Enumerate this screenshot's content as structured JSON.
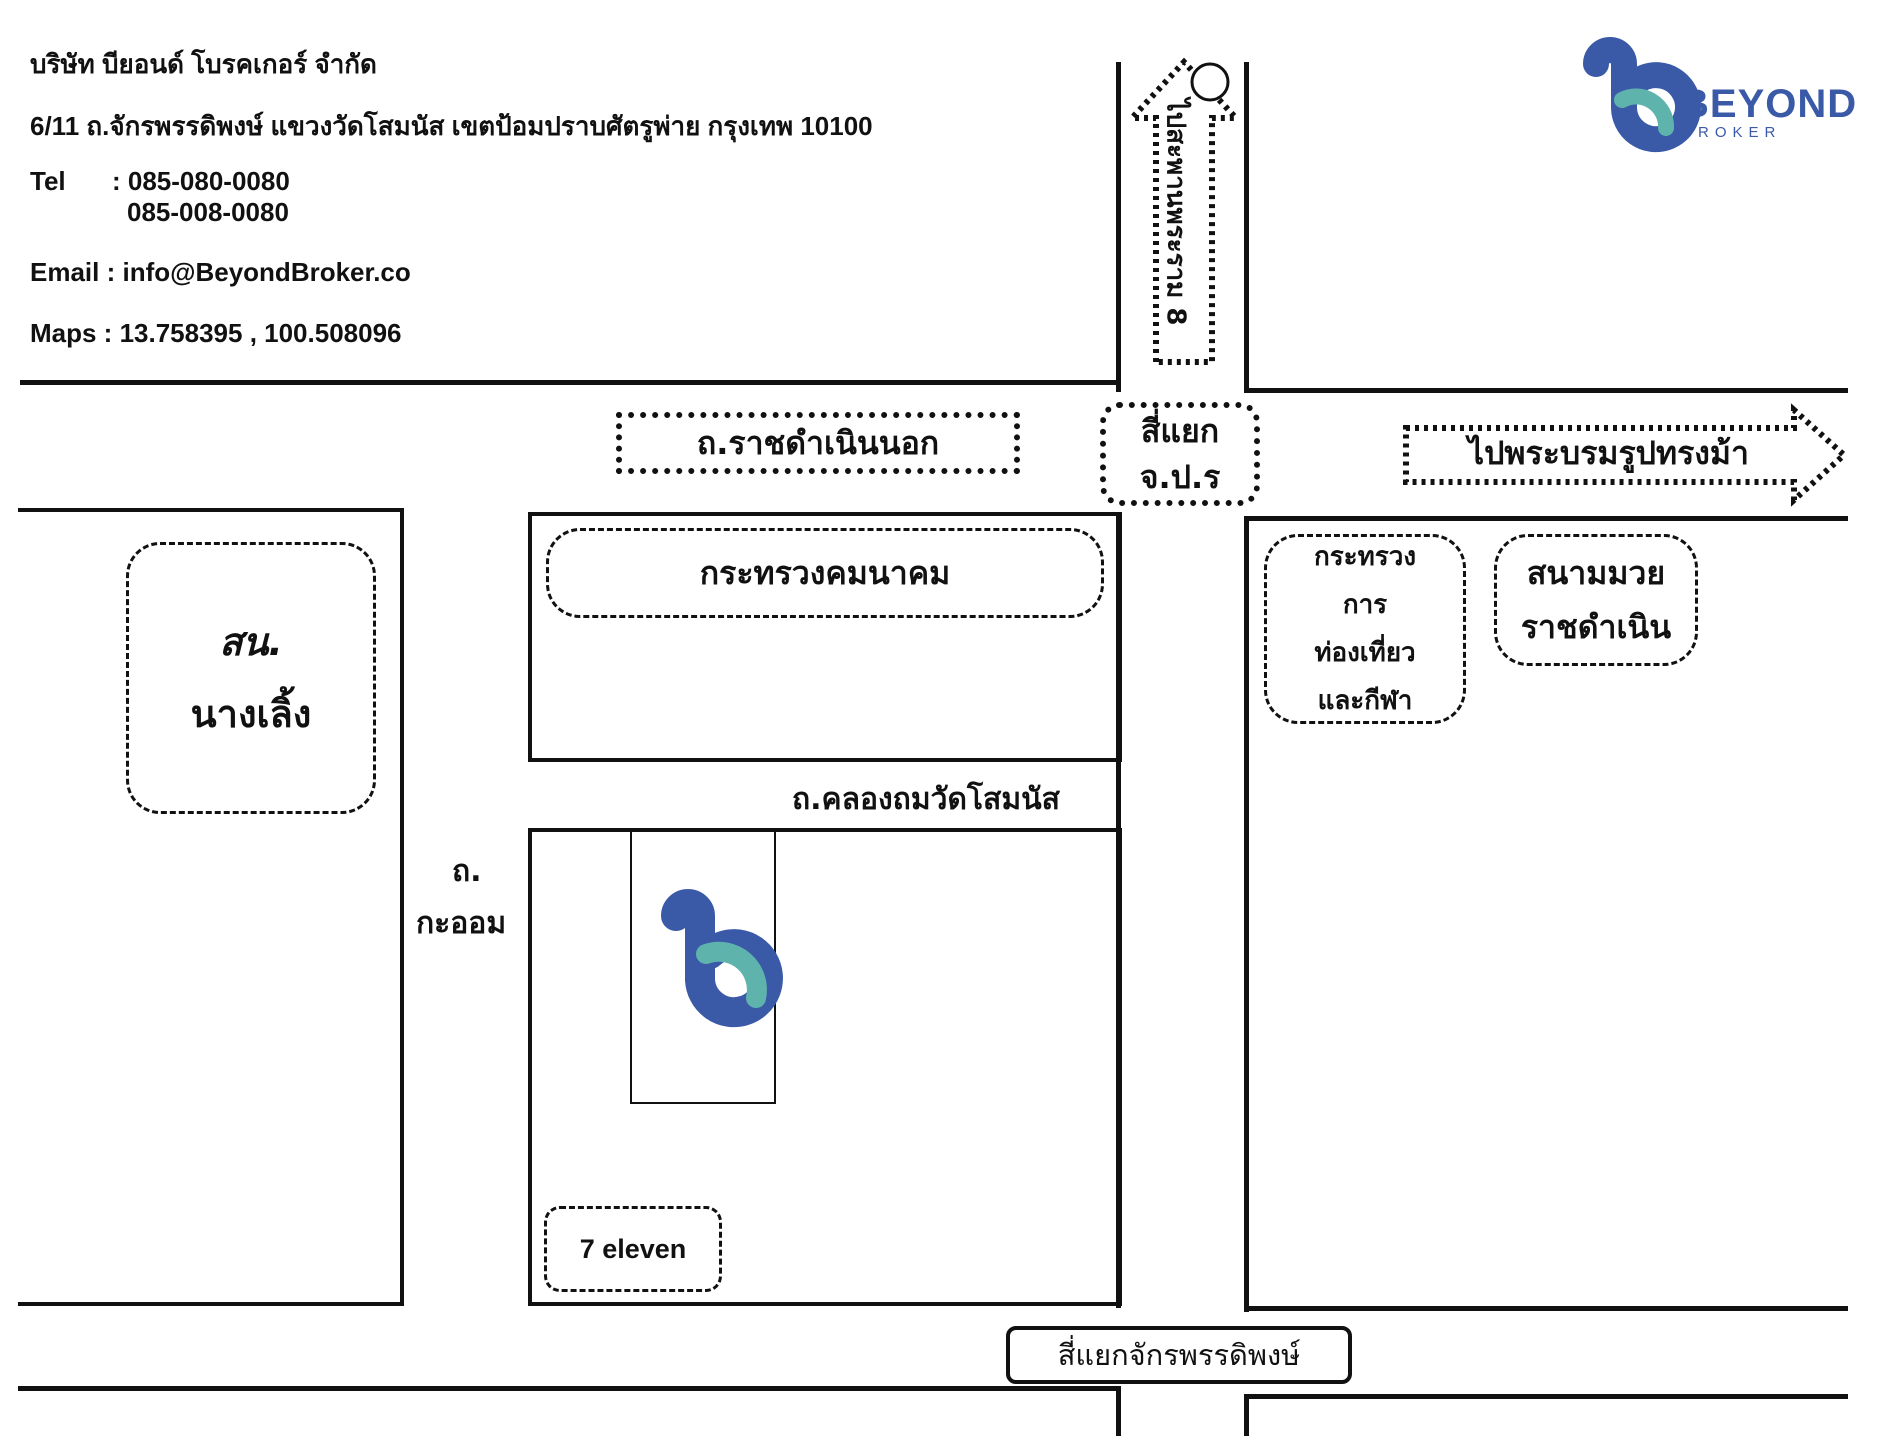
{
  "company": {
    "name": "บริษัท บียอนด์ โบรคเกอร์ จำกัด",
    "address": "6/11 ถ.จักรพรรดิพงษ์ แขวงวัดโสมนัส เขตป้อมปราบศัตรูพ่าย กรุงเทพ 10100",
    "tel_label": "Tel",
    "tel_1": ": 085-080-0080",
    "tel_2": "085-008-0080",
    "email": "Email : info@BeyondBroker.co",
    "maps": "Maps : 13.758395 , 100.508096"
  },
  "logo": {
    "brand": "BEYOND",
    "sub": "BROKER",
    "color_primary": "#3a5aa8",
    "color_accent": "#5fb3ad"
  },
  "map": {
    "road_ratchadamnoen": "ถ.ราชดำเนินนอก",
    "intersection_jpr_1": "สี่แยก",
    "intersection_jpr_2": "จ.ป.ร",
    "to_bridge": "ไปสะพานพระราม 8",
    "to_monument": "ไปพระบรมรูปทรงม้า",
    "ministry_transport": "กระทรวงคมนาคม",
    "ministry_tourism_1": "กระทรวง",
    "ministry_tourism_2": "การ",
    "ministry_tourism_3": "ท่องเที่ยว",
    "ministry_tourism_4": "และกีฬา",
    "boxing_stadium_1": "สนามมวย",
    "boxing_stadium_2": "ราชดำเนิน",
    "school_1": "สน.",
    "school_2": "นางเลิ้ง",
    "road_khlong": "ถ.คลองถมวัดโสมนัส",
    "road_kraom_1": "ถ.",
    "road_kraom_2": "กะออม",
    "seven_eleven": "7 eleven",
    "intersection_chakkraphat": "สี่แยกจักรพรรดิพงษ์"
  }
}
